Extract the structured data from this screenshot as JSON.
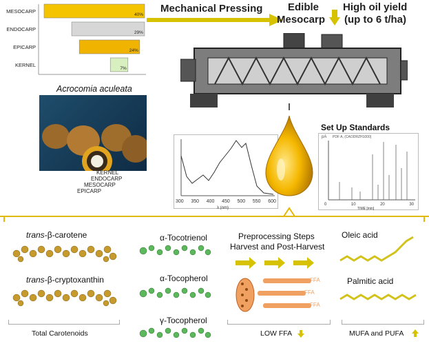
{
  "chart_data": {
    "type": "bar",
    "title": "",
    "xlabel": "",
    "ylabel": "",
    "categories": [
      "MESOCARP",
      "ENDOCARP",
      "EPICARP",
      "KERNEL"
    ],
    "values": [
      40,
      29,
      24,
      7
    ],
    "value_labels": [
      "40%",
      "29%",
      "24%",
      "7%"
    ],
    "colors": [
      "#f5c400",
      "#d7d7d7",
      "#f0b400",
      "#d8f0c0"
    ],
    "xlim": [
      0,
      40
    ],
    "grid": false,
    "legend": "none"
  },
  "process": {
    "pressing": "Mechanical Pressing",
    "edible_line1": "Edible",
    "edible_line2": "Mesocarp",
    "yield_line1": "High oil yield",
    "yield_line2": "(up to 6 t/ha)"
  },
  "species": "Acrocomia aculeata",
  "fruit_labels": [
    "KERNEL",
    "ENDOCARP",
    "MESOCARP",
    "EPICARP"
  ],
  "standards_title": "Set Up Standards",
  "uv_ticks": [
    "300",
    "350",
    "400",
    "450",
    "500",
    "550",
    "600"
  ],
  "uv_xlabel": "λ (nm)",
  "gc_ticks": [
    "0",
    "10",
    "20",
    "30"
  ],
  "gc_xlabel": "TIME [min]",
  "gc_header": "PDF A, (CAODRZH1000)",
  "gc_ylabel": "pA",
  "bottom": {
    "carotenoids": {
      "beta_carotene": "β-carotene",
      "cryptoxanthin": "β-cryptoxanthin",
      "trans": "trans-",
      "summary": "Total Carotenoids"
    },
    "tocols": {
      "tocotrienol": "α-Tocotrienol",
      "a_tocopherol": "α-Tocopherol",
      "g_tocopherol": "γ-Tocopherol"
    },
    "preprocessing": {
      "line1": "Preprocessing Steps",
      "line2": "Harvest and Post-Harvest",
      "ffa": "FFA",
      "summary": "LOW FFA"
    },
    "fatty_acids": {
      "oleic": "Oleic acid",
      "palmitic": "Palmitic acid",
      "summary": "MUFA and PUFA"
    }
  },
  "colors": {
    "gold": "#e3b800",
    "arrow": "#d6c200",
    "beta_mol": "#c79a2e",
    "toco_mol": "#5cb85c",
    "ffa": "#f0a060",
    "oleic": "#d2c21c"
  }
}
